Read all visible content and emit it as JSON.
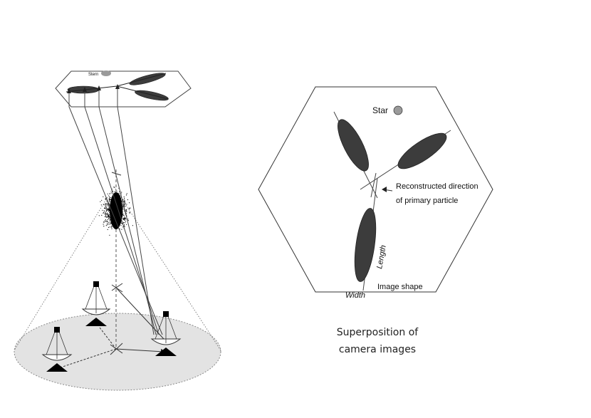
{
  "left_panel": {
    "star_label": "Stern"
  },
  "right_panel": {
    "star_label": "Star",
    "direction_label_line1": "Reconstructed direction",
    "direction_label_line2": "of primary particle",
    "length_label": "Length",
    "width_label": "Width",
    "image_shape_label": "Image shape"
  },
  "caption": {
    "line1": "Superposition of",
    "line2": "camera images"
  },
  "colors": {
    "ellipse_fill": "#3c3c3c",
    "star_fill": "#9a9a9a",
    "ground_fill": "#e3e3e3",
    "line": "#333333"
  }
}
